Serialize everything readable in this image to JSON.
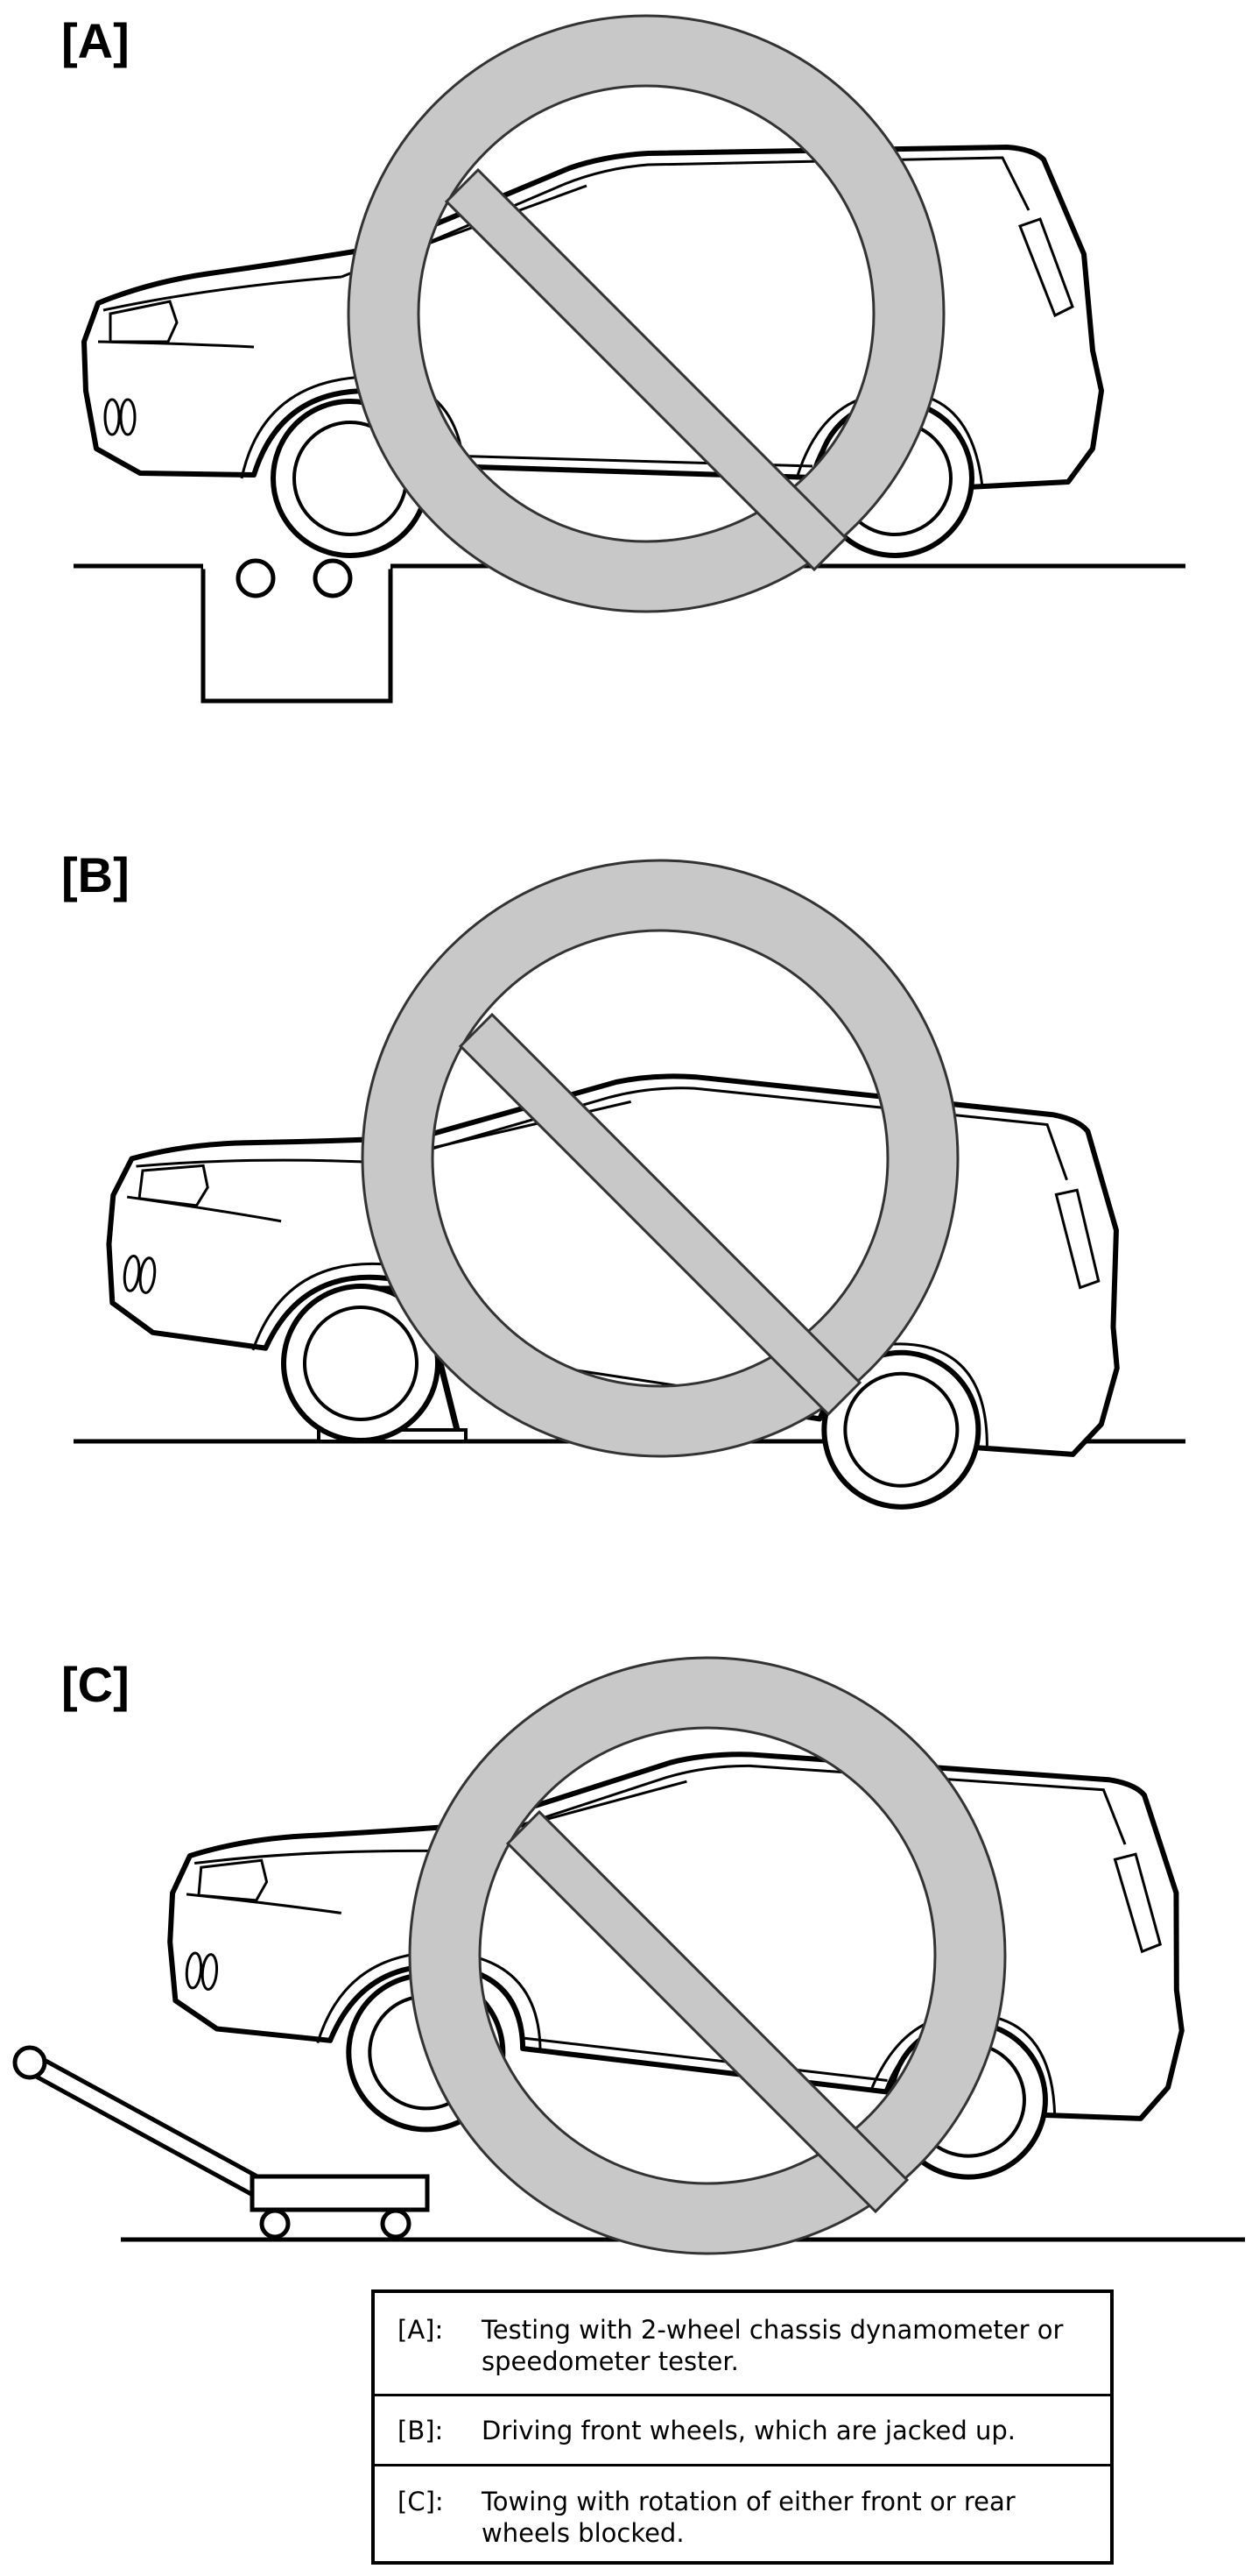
{
  "panels": [
    {
      "label": "[A]",
      "equipment": "chassis-dynamometer"
    },
    {
      "label": "[B]",
      "equipment": "floor-jack-stand"
    },
    {
      "label": "[C]",
      "equipment": "tow-dolly"
    }
  ],
  "prohibition_symbol": {
    "fill": "#c8c8c8",
    "stroke": "#333333"
  },
  "legend": {
    "rows": [
      {
        "key": "[A]:",
        "text": "Testing with 2-wheel chassis dynamometer or speedometer tester."
      },
      {
        "key": "[B]:",
        "text": "Driving front wheels, which are jacked up."
      },
      {
        "key": "[C]:",
        "text": "Towing with rotation of either front or rear wheels blocked."
      }
    ]
  }
}
